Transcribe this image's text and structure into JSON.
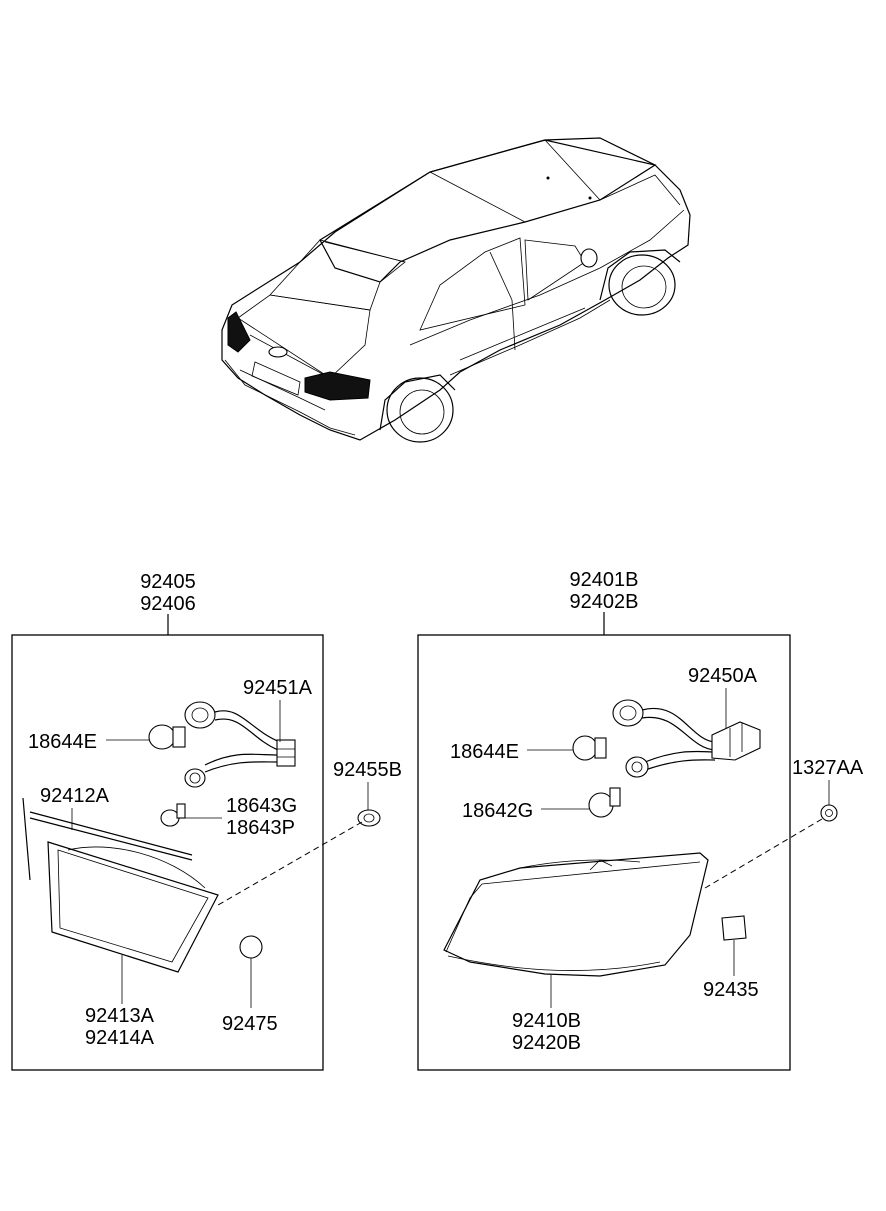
{
  "left_assembly": {
    "part_numbers": [
      "92405",
      "92406"
    ],
    "callouts": {
      "harness": "92451A",
      "bulb_large": "18644E",
      "bulb_small_1": "18643G",
      "bulb_small_2": "18643P",
      "gasket": "92412A",
      "grommet": "92455B",
      "lamp_1": "92413A",
      "lamp_2": "92414A",
      "cap": "92475"
    }
  },
  "right_assembly": {
    "part_numbers": [
      "92401B",
      "92402B"
    ],
    "callouts": {
      "harness": "92450A",
      "bulb_large": "18644E",
      "bulb_small": "18642G",
      "nut": "1327AA",
      "lamp_1": "92410B",
      "lamp_2": "92420B",
      "pad": "92435"
    }
  }
}
